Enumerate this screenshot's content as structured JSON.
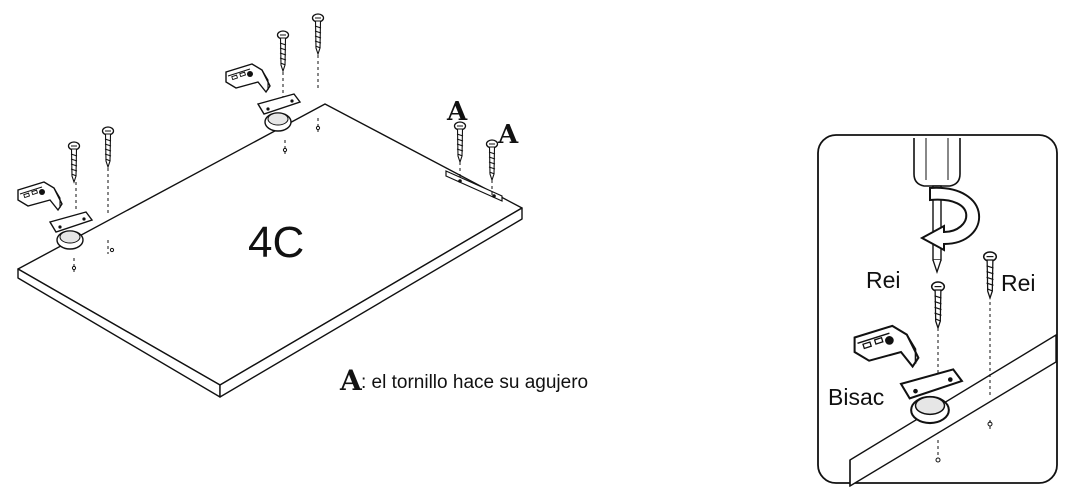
{
  "panel_label": "4C",
  "marker_letter": "A",
  "legend": {
    "letter": "A",
    "text": ": el tornillo hace su agujero"
  },
  "inset": {
    "label_screw_left": "Rei",
    "label_screw_right": "Rei",
    "label_hinge": "Bisac"
  },
  "colors": {
    "ink": "#111111",
    "paper": "#ffffff",
    "shade": "#bfbfbf"
  }
}
